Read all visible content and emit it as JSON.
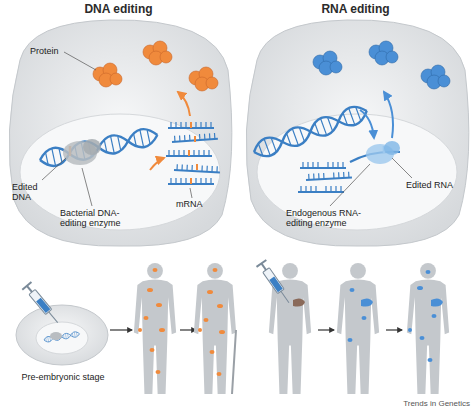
{
  "diagram": {
    "nodes": [
      {
        "text": [
          "DNA editing"
        ]
      },
      {
        "text": [
          "RNA editing"
        ]
      }
    ],
    "labels": [
      "Protein",
      "Edited DNA",
      "Bacterial DNA-editing enzyme",
      "mRNA",
      "Endogenous RNA-editing enzyme",
      "Edited RNA",
      "Pre-embryonic stage",
      "Trends in Genetics"
    ]
  }
}
